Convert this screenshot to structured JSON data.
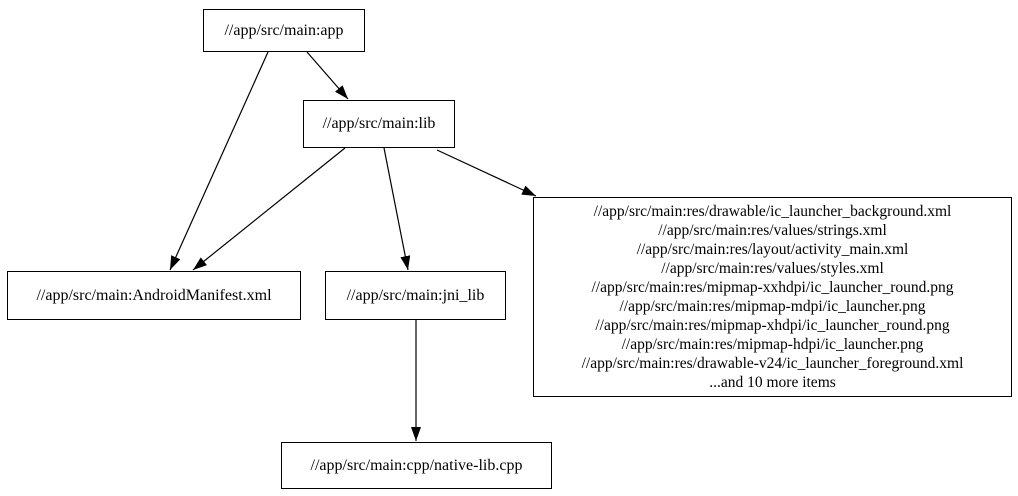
{
  "graph": {
    "background_color": "#ffffff",
    "node_fill_color": "#ffffff",
    "node_border_color": "#000000",
    "edge_color": "#000000",
    "text_color": "#000000",
    "nodes": {
      "app": {
        "label": "//app/src/main:app"
      },
      "lib": {
        "label": "//app/src/main:lib"
      },
      "manifest": {
        "label": "//app/src/main:AndroidManifest.xml"
      },
      "jni_lib": {
        "label": "//app/src/main:jni_lib"
      },
      "resources": {
        "lines": [
          "//app/src/main:res/drawable/ic_launcher_background.xml",
          "//app/src/main:res/values/strings.xml",
          "//app/src/main:res/layout/activity_main.xml",
          "//app/src/main:res/values/styles.xml",
          "//app/src/main:res/mipmap-xxhdpi/ic_launcher_round.png",
          "//app/src/main:res/mipmap-mdpi/ic_launcher.png",
          "//app/src/main:res/mipmap-xhdpi/ic_launcher_round.png",
          "//app/src/main:res/mipmap-hdpi/ic_launcher.png",
          "//app/src/main:res/drawable-v24/ic_launcher_foreground.xml",
          "...and 10 more items"
        ]
      },
      "native_cpp": {
        "label": "//app/src/main:cpp/native-lib.cpp"
      }
    },
    "edges": [
      {
        "from": "app",
        "to": "lib"
      },
      {
        "from": "app",
        "to": "manifest"
      },
      {
        "from": "lib",
        "to": "manifest"
      },
      {
        "from": "lib",
        "to": "jni_lib"
      },
      {
        "from": "lib",
        "to": "resources"
      },
      {
        "from": "jni_lib",
        "to": "native_cpp"
      }
    ]
  }
}
